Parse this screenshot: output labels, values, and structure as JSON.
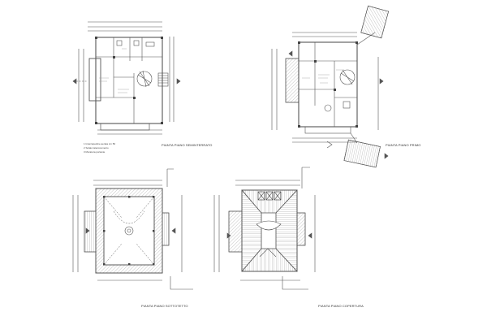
{
  "sheet": {
    "labels": {
      "plan_ground": "PIANTA PIANO SEMINTERRATO",
      "plan_first": "PIANTA PIANO PRIMO",
      "plan_attic": "PIANTA PIANO SOTTOTETTO",
      "plan_roof": "PIANTA PIANO COPERTURA"
    },
    "legend": [
      "1    Intercapedine aerata cm 50",
      "2    Solaio laterocemento",
      "3    Muratura portante"
    ],
    "colors": {
      "line": "#555555",
      "hatch": "#8a8a8a",
      "paper": "#ffffff"
    }
  }
}
